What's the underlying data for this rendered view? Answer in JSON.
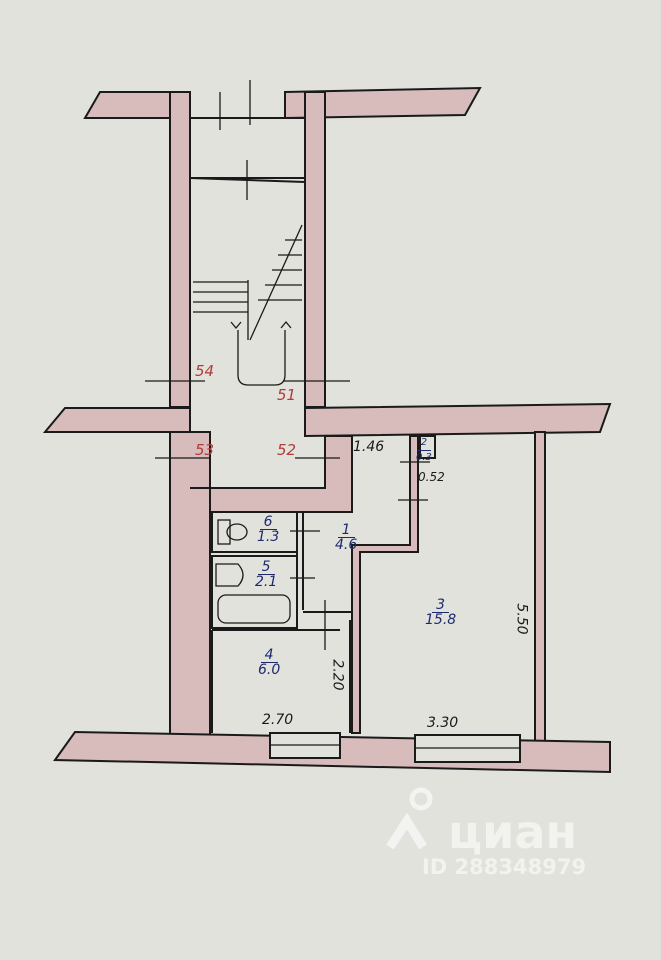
{
  "stair_labels": {
    "s54": "54",
    "s51": "51",
    "s53": "53",
    "s52": "52"
  },
  "rooms": [
    {
      "num": "1",
      "area": "4.6"
    },
    {
      "num": "2",
      "area": "0.3"
    },
    {
      "num": "3",
      "area": "15.8"
    },
    {
      "num": "4",
      "area": "6.0"
    },
    {
      "num": "5",
      "area": "2.1"
    },
    {
      "num": "6",
      "area": "1.3"
    }
  ],
  "dimensions": {
    "hall_width": "1.46",
    "closet_width": "0.52",
    "kitchen_width": "2.70",
    "kitchen_length": "2.20",
    "room_width": "3.30",
    "room_length": "5.50"
  },
  "watermark": {
    "brand": "циан",
    "id": "ID 288348979"
  },
  "colors": {
    "paper": "#e2e2dc",
    "wall_fill": "#d8bcbc",
    "room_text": "#1f2a6e",
    "stair_text": "#b33a3a"
  }
}
